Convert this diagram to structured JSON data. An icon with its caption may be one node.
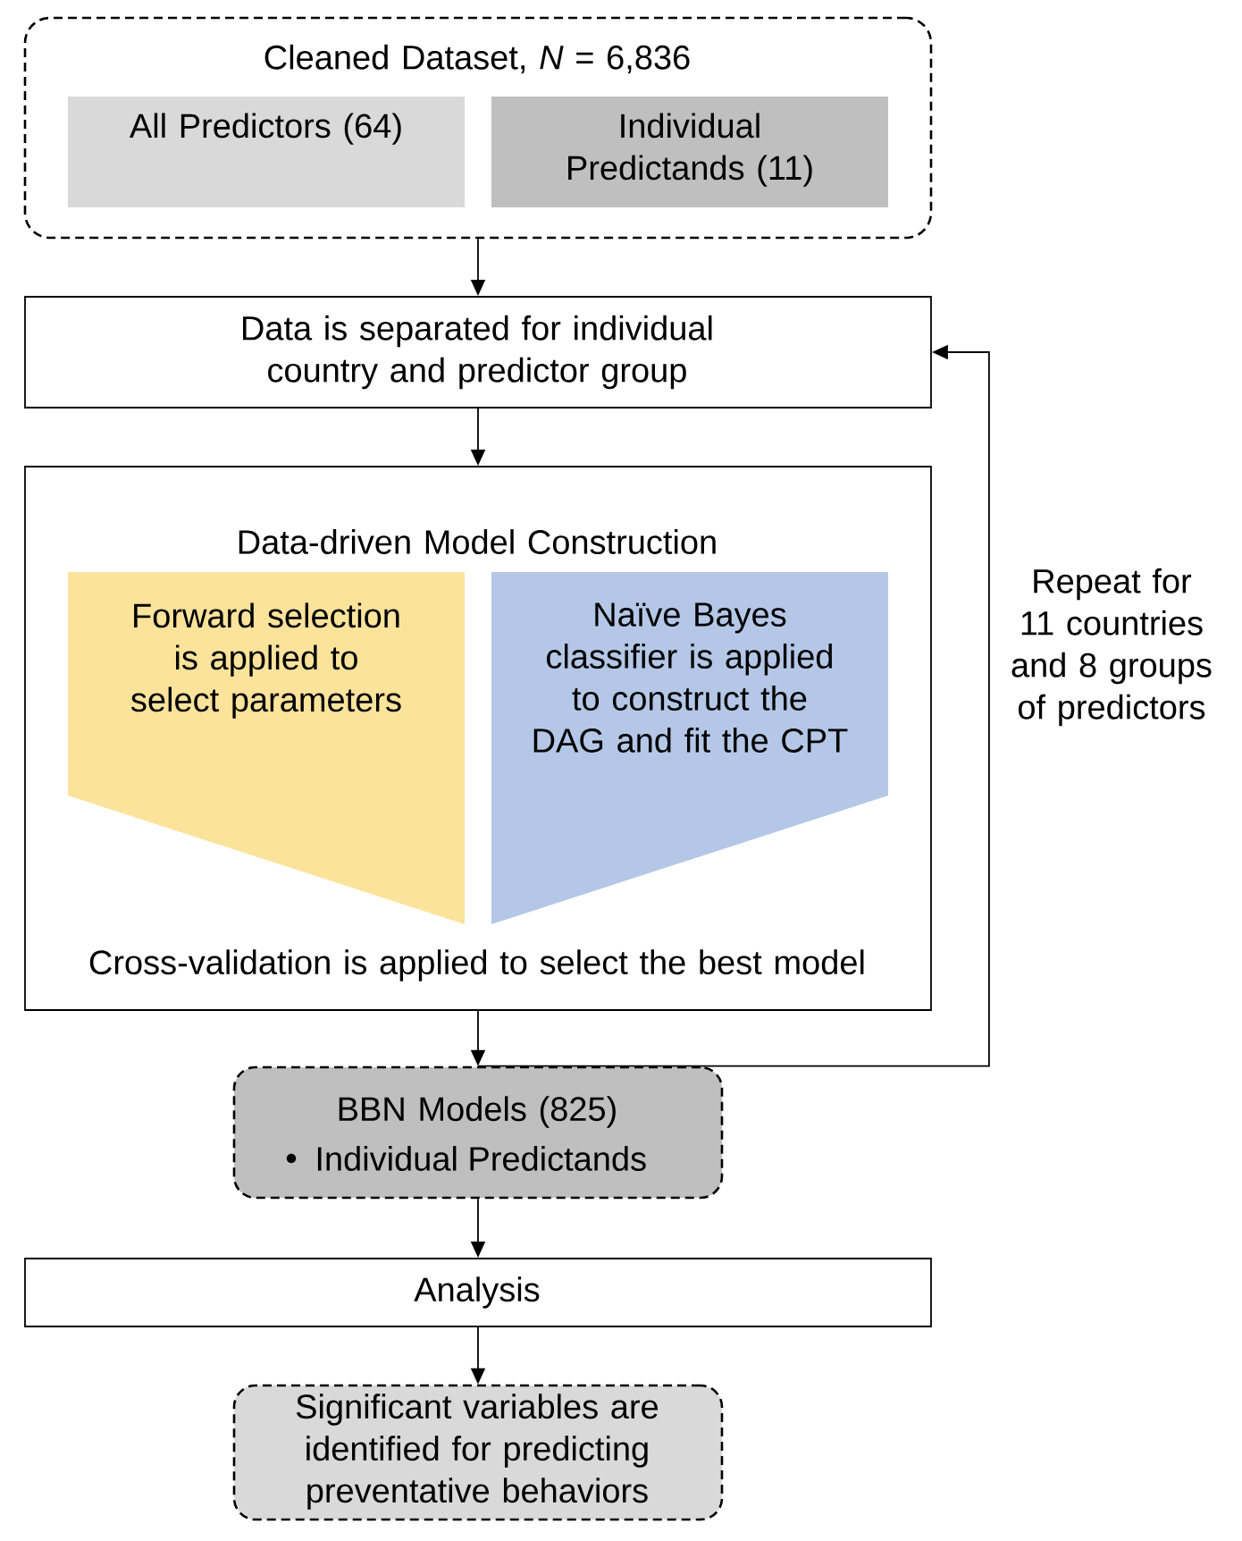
{
  "diagram": {
    "nodes": [
      {
        "text": [
          "Cleaned Dataset, *N* = 6,836"
        ]
      },
      {
        "text": [
          "All Predictors (64)"
        ],
        "in": 0
      },
      {
        "text": [
          "Individual Predictands (11)"
        ],
        "in": 0
      },
      {
        "text": [
          "Data is separated for individual country and predictor group"
        ]
      },
      {
        "text": [
          "Data-driven Model Construction",
          "Cross-validation is applied to select the best model"
        ]
      },
      {
        "text": [
          "Forward selection is applied to select parameters"
        ],
        "in": 4
      },
      {
        "text": [
          "Naïve Bayes classifier is applied to construct the DAG and fit the CPT"
        ],
        "in": 4
      },
      {
        "text": [
          "BBN Models (825)",
          "Individual Predictands"
        ]
      },
      {
        "text": [
          "Analysis"
        ]
      },
      {
        "text": [
          "Significant variables are identified for predicting preventative behaviors"
        ]
      }
    ],
    "edges": [
      {
        "from": 0,
        "to": 3,
        "arrow": "to"
      },
      {
        "from": 3,
        "to": 4,
        "arrow": "to"
      },
      {
        "from": 4,
        "to": 7,
        "arrow": "to"
      },
      {
        "from": 7,
        "to": 3,
        "arrow": "to",
        "label": "Repeat for 11 countries and 8 groups of predictors"
      },
      {
        "from": 7,
        "to": 8,
        "arrow": "to"
      },
      {
        "from": 8,
        "to": 9,
        "arrow": "to"
      }
    ]
  }
}
